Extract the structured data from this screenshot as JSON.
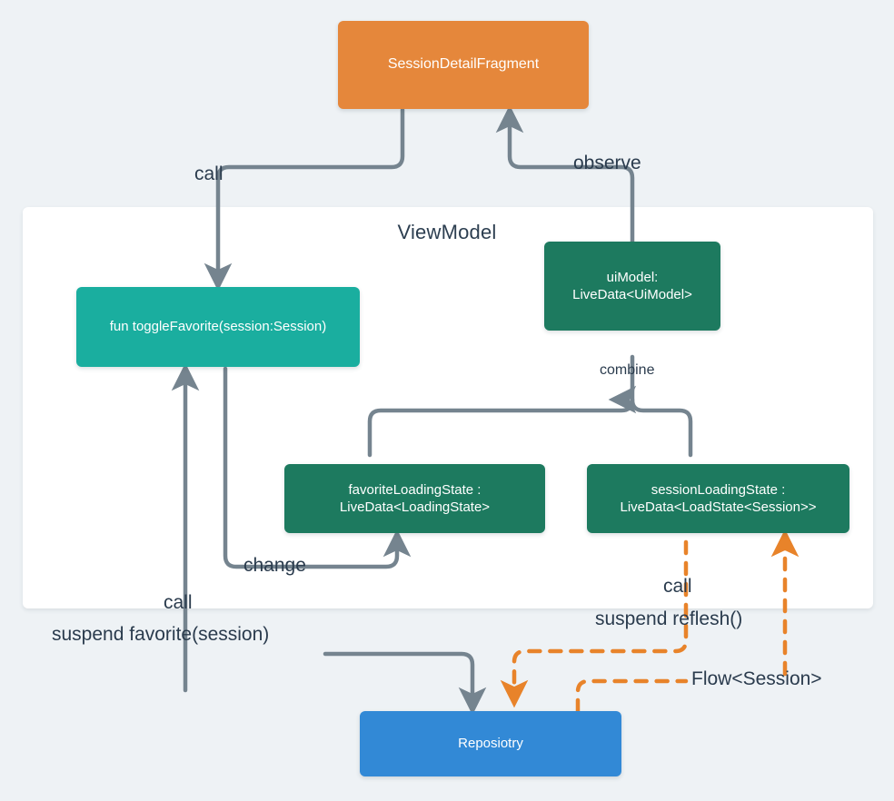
{
  "diagram": {
    "title": "Android ViewModel data-flow diagram",
    "background_color": "#eef2f5",
    "container": {
      "name": "ViewModel",
      "label": "ViewModel",
      "fill": "#ffffff"
    },
    "nodes": [
      {
        "id": "fragment",
        "label": "SessionDetailFragment",
        "color": "#e5873b",
        "layer": "view"
      },
      {
        "id": "togglefavorite",
        "label": "fun toggleFavorite(session:Session)",
        "color": "#1aae9f",
        "layer": "viewmodel"
      },
      {
        "id": "uimodel",
        "label": "uiModel:\nLiveData<UiModel>",
        "color": "#1d7a5f",
        "layer": "viewmodel"
      },
      {
        "id": "favoriteloadingstate",
        "label": "favoriteLoadingState :\nLiveData<LoadingState>",
        "color": "#1d7a5f",
        "layer": "viewmodel"
      },
      {
        "id": "sessionloadingstate",
        "label": "sessionLoadingState :\nLiveData<LoadState<Session>>",
        "color": "#1d7a5f",
        "layer": "viewmodel"
      },
      {
        "id": "repository",
        "label": "Reposiotry",
        "color": "#3289d6",
        "layer": "data"
      }
    ],
    "edges": [
      {
        "id": "fragment-to-togglefavorite",
        "label": "call",
        "from": "fragment",
        "to": "togglefavorite",
        "style": "solid",
        "color": "#75848f"
      },
      {
        "id": "uimodel-to-fragment",
        "label": "observe",
        "from": "uimodel",
        "to": "fragment",
        "style": "solid",
        "color": "#75848f"
      },
      {
        "id": "states-to-uimodel",
        "label": "combine",
        "from": "favoriteLoadingState + sessionLoadingState",
        "to": "uimodel",
        "style": "solid",
        "color": "#75848f"
      },
      {
        "id": "togglefavorite-to-favoritestate",
        "label": "change",
        "from": "togglefavorite",
        "to": "favoriteloadingstate",
        "style": "solid",
        "color": "#75848f"
      },
      {
        "id": "repository-to-togglefavorite",
        "label": "call",
        "from": "togglefavorite",
        "to": "repository",
        "style": "solid",
        "color": "#75848f"
      },
      {
        "id": "suspend-favorite",
        "label": "suspend favorite(session)",
        "from": "togglefavorite",
        "to": "repository",
        "style": "solid",
        "color": "#75848f"
      },
      {
        "id": "call-refresh",
        "label": "call",
        "from": "sessionloadingstate",
        "to": "repository",
        "style": "dashed",
        "color": "#e8832a"
      },
      {
        "id": "suspend-reflesh",
        "label": "suspend reflesh()",
        "from": "sessionloadingstate",
        "to": "repository",
        "style": "dashed",
        "color": "#e8832a"
      },
      {
        "id": "flow-session",
        "label": "Flow<Session>",
        "from": "repository",
        "to": "sessionloadingstate",
        "style": "dashed",
        "color": "#e8832a"
      }
    ],
    "colors": {
      "arrow_solid": "#75848f",
      "arrow_dashed": "#e8832a",
      "text": "#2a3b4d",
      "panel": "#ffffff",
      "background": "#eef2f5"
    }
  }
}
